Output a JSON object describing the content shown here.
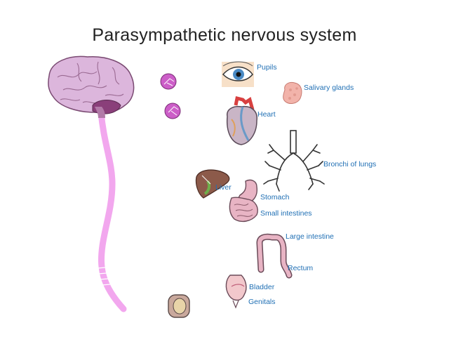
{
  "title": "Parasympathetic nervous system",
  "labels": {
    "pupils": "Pupils",
    "salivary": "Salivary glands",
    "heart": "Heart",
    "bronchi": "Bronchi of lungs",
    "liver": "Liver",
    "stomach": "Stomach",
    "small_int": "Small intestines",
    "large_int": "Large intestine",
    "rectum": "Rectum",
    "bladder": "Bladder",
    "genitals": "Genitals"
  },
  "colors": {
    "label_text": "#1f6fb4",
    "title_text": "#222222",
    "spinal_cord": "#f2a7ee",
    "brain": "#dcb6dc",
    "brainstem": "#8a3f7a",
    "ganglion": "#cc5ec8"
  }
}
